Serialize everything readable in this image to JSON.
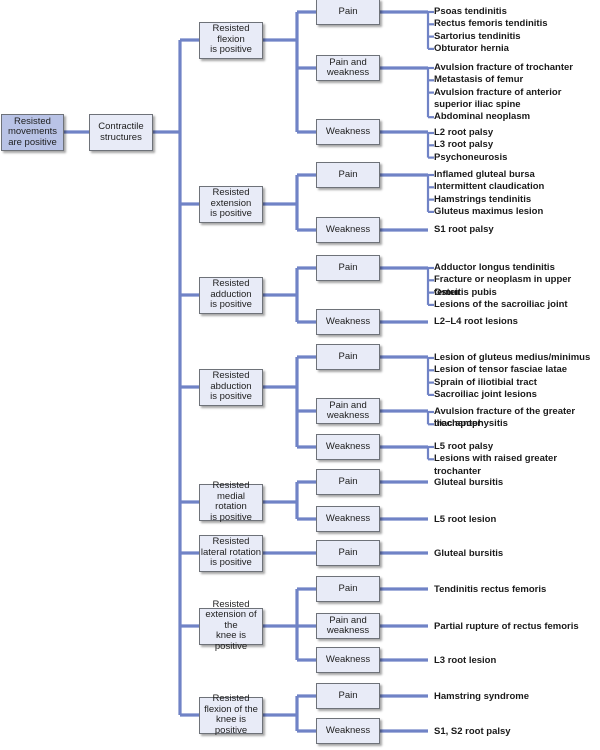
{
  "root": {
    "label": "Resisted\nmovements\nare positive"
  },
  "level1": {
    "label": "Contractile\nstructures"
  },
  "colors": {
    "connector": "#7083c6",
    "box_fill": "#e8ebf7",
    "root_fill": "#b9c3e6"
  },
  "movements": [
    {
      "label": "Resisted flexion\nis positive",
      "responses": [
        {
          "label": "Pain",
          "findings": [
            "Psoas tendinitis",
            "Rectus femoris tendinitis",
            "Sartorius tendinitis",
            "Obturator hernia"
          ]
        },
        {
          "label": "Pain and\nweakness",
          "findings": [
            "Avulsion fracture of trochanter",
            "Metastasis of femur",
            "Avulsion fracture of anterior\nsuperior iliac spine",
            "Abdominal neoplasm"
          ]
        },
        {
          "label": "Weakness",
          "findings": [
            "L2 root palsy",
            "L3 root palsy",
            "Psychoneurosis"
          ]
        }
      ]
    },
    {
      "label": "Resisted\nextension\nis positive",
      "responses": [
        {
          "label": "Pain",
          "findings": [
            "Inflamed gluteal bursa",
            "Intermittent claudication",
            "Hamstrings tendinitis",
            "Gluteus maximus lesion"
          ]
        },
        {
          "label": "Weakness",
          "findings": [
            "S1 root palsy"
          ]
        }
      ]
    },
    {
      "label": "Resisted\nadduction\nis positive",
      "responses": [
        {
          "label": "Pain",
          "findings": [
            "Adductor longus tendinitis",
            "Fracture or neoplasm in upper femur",
            "Osteitis pubis",
            "Lesions of the sacroiliac joint"
          ]
        },
        {
          "label": "Weakness",
          "findings": [
            "L2–L4 root lesions"
          ]
        }
      ]
    },
    {
      "label": "Resisted\nabduction\nis positive",
      "responses": [
        {
          "label": "Pain",
          "findings": [
            "Lesion of gluteus medius/minimus",
            "Lesion of tensor fasciae latae",
            "Sprain of iliotibial tract",
            "Sacroiliac joint lesions"
          ]
        },
        {
          "label": "Pain and\nweakness",
          "findings": [
            "Avulsion fracture of the greater trochanter",
            "Iliac apophysitis"
          ]
        },
        {
          "label": "Weakness",
          "findings": [
            "L5 root palsy",
            "Lesions with raised greater trochanter"
          ]
        }
      ]
    },
    {
      "label": "Resisted\nmedial rotation\nis positive",
      "responses": [
        {
          "label": "Pain",
          "findings": [
            "Gluteal bursitis"
          ]
        },
        {
          "label": "Weakness",
          "findings": [
            "L5 root lesion"
          ]
        }
      ]
    },
    {
      "label": "Resisted\nlateral rotation\nis positive",
      "responses": [
        {
          "label": "Pain",
          "findings": [
            "Gluteal bursitis"
          ]
        }
      ]
    },
    {
      "label": "Resisted\nextension of the\nknee is positive",
      "responses": [
        {
          "label": "Pain",
          "findings": [
            "Tendinitis rectus femoris"
          ]
        },
        {
          "label": "Pain and\nweakness",
          "findings": [
            "Partial rupture of rectus femoris"
          ]
        },
        {
          "label": "Weakness",
          "findings": [
            "L3 root lesion"
          ]
        }
      ]
    },
    {
      "label": "Resisted\nflexion of the\nknee is positive",
      "responses": [
        {
          "label": "Pain",
          "findings": [
            "Hamstring syndrome"
          ]
        },
        {
          "label": "Weakness",
          "findings": [
            "S1, S2 root palsy"
          ]
        }
      ]
    }
  ]
}
